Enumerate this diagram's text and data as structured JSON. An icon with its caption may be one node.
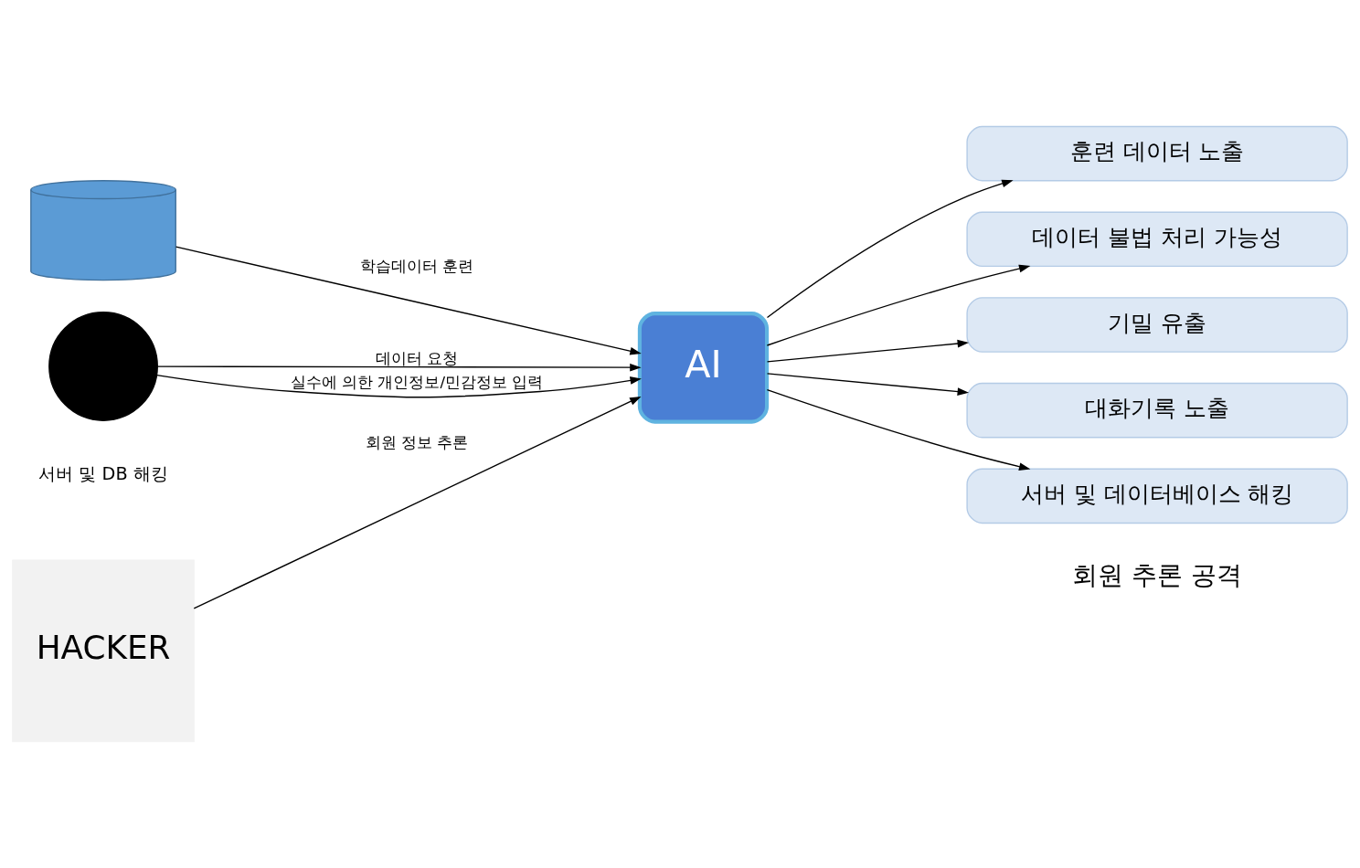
{
  "diagram": {
    "nodes": [
      {
        "text": [],
        "shape": "cylinder"
      },
      {
        "text": [],
        "shape": "person"
      },
      {
        "text": [
          "AI"
        ]
      },
      {
        "text": [
          "HACKER"
        ]
      },
      {
        "text": [
          "훈련 데이터 노출"
        ]
      },
      {
        "text": [
          "데이터 불법 처리 가능성"
        ]
      },
      {
        "text": [
          "기밀 유출"
        ]
      },
      {
        "text": [
          "대화기록 노출"
        ]
      },
      {
        "text": [
          "서버 및 데이터베이스 해킹"
        ]
      }
    ],
    "edges": [
      {
        "from": 0,
        "to": 2,
        "arrow": "to",
        "label": "학습데이터 훈련"
      },
      {
        "from": 1,
        "to": 2,
        "arrow": "to",
        "label": "데이터 요청"
      },
      {
        "from": 1,
        "to": 2,
        "arrow": "to",
        "label": "실수에 의한 개인정보/민감정보 입력"
      },
      {
        "from": 3,
        "to": 2,
        "arrow": "to",
        "label": "회원 정보 추론"
      },
      {
        "from": 2,
        "to": 4,
        "arrow": "to"
      },
      {
        "from": 2,
        "to": 5,
        "arrow": "to"
      },
      {
        "from": 2,
        "to": 6,
        "arrow": "to"
      },
      {
        "from": 2,
        "to": 7,
        "arrow": "to"
      },
      {
        "from": 2,
        "to": 8,
        "arrow": "to"
      }
    ],
    "labels": [
      "서버 및 DB 해킹",
      "회원 추론 공격"
    ]
  }
}
